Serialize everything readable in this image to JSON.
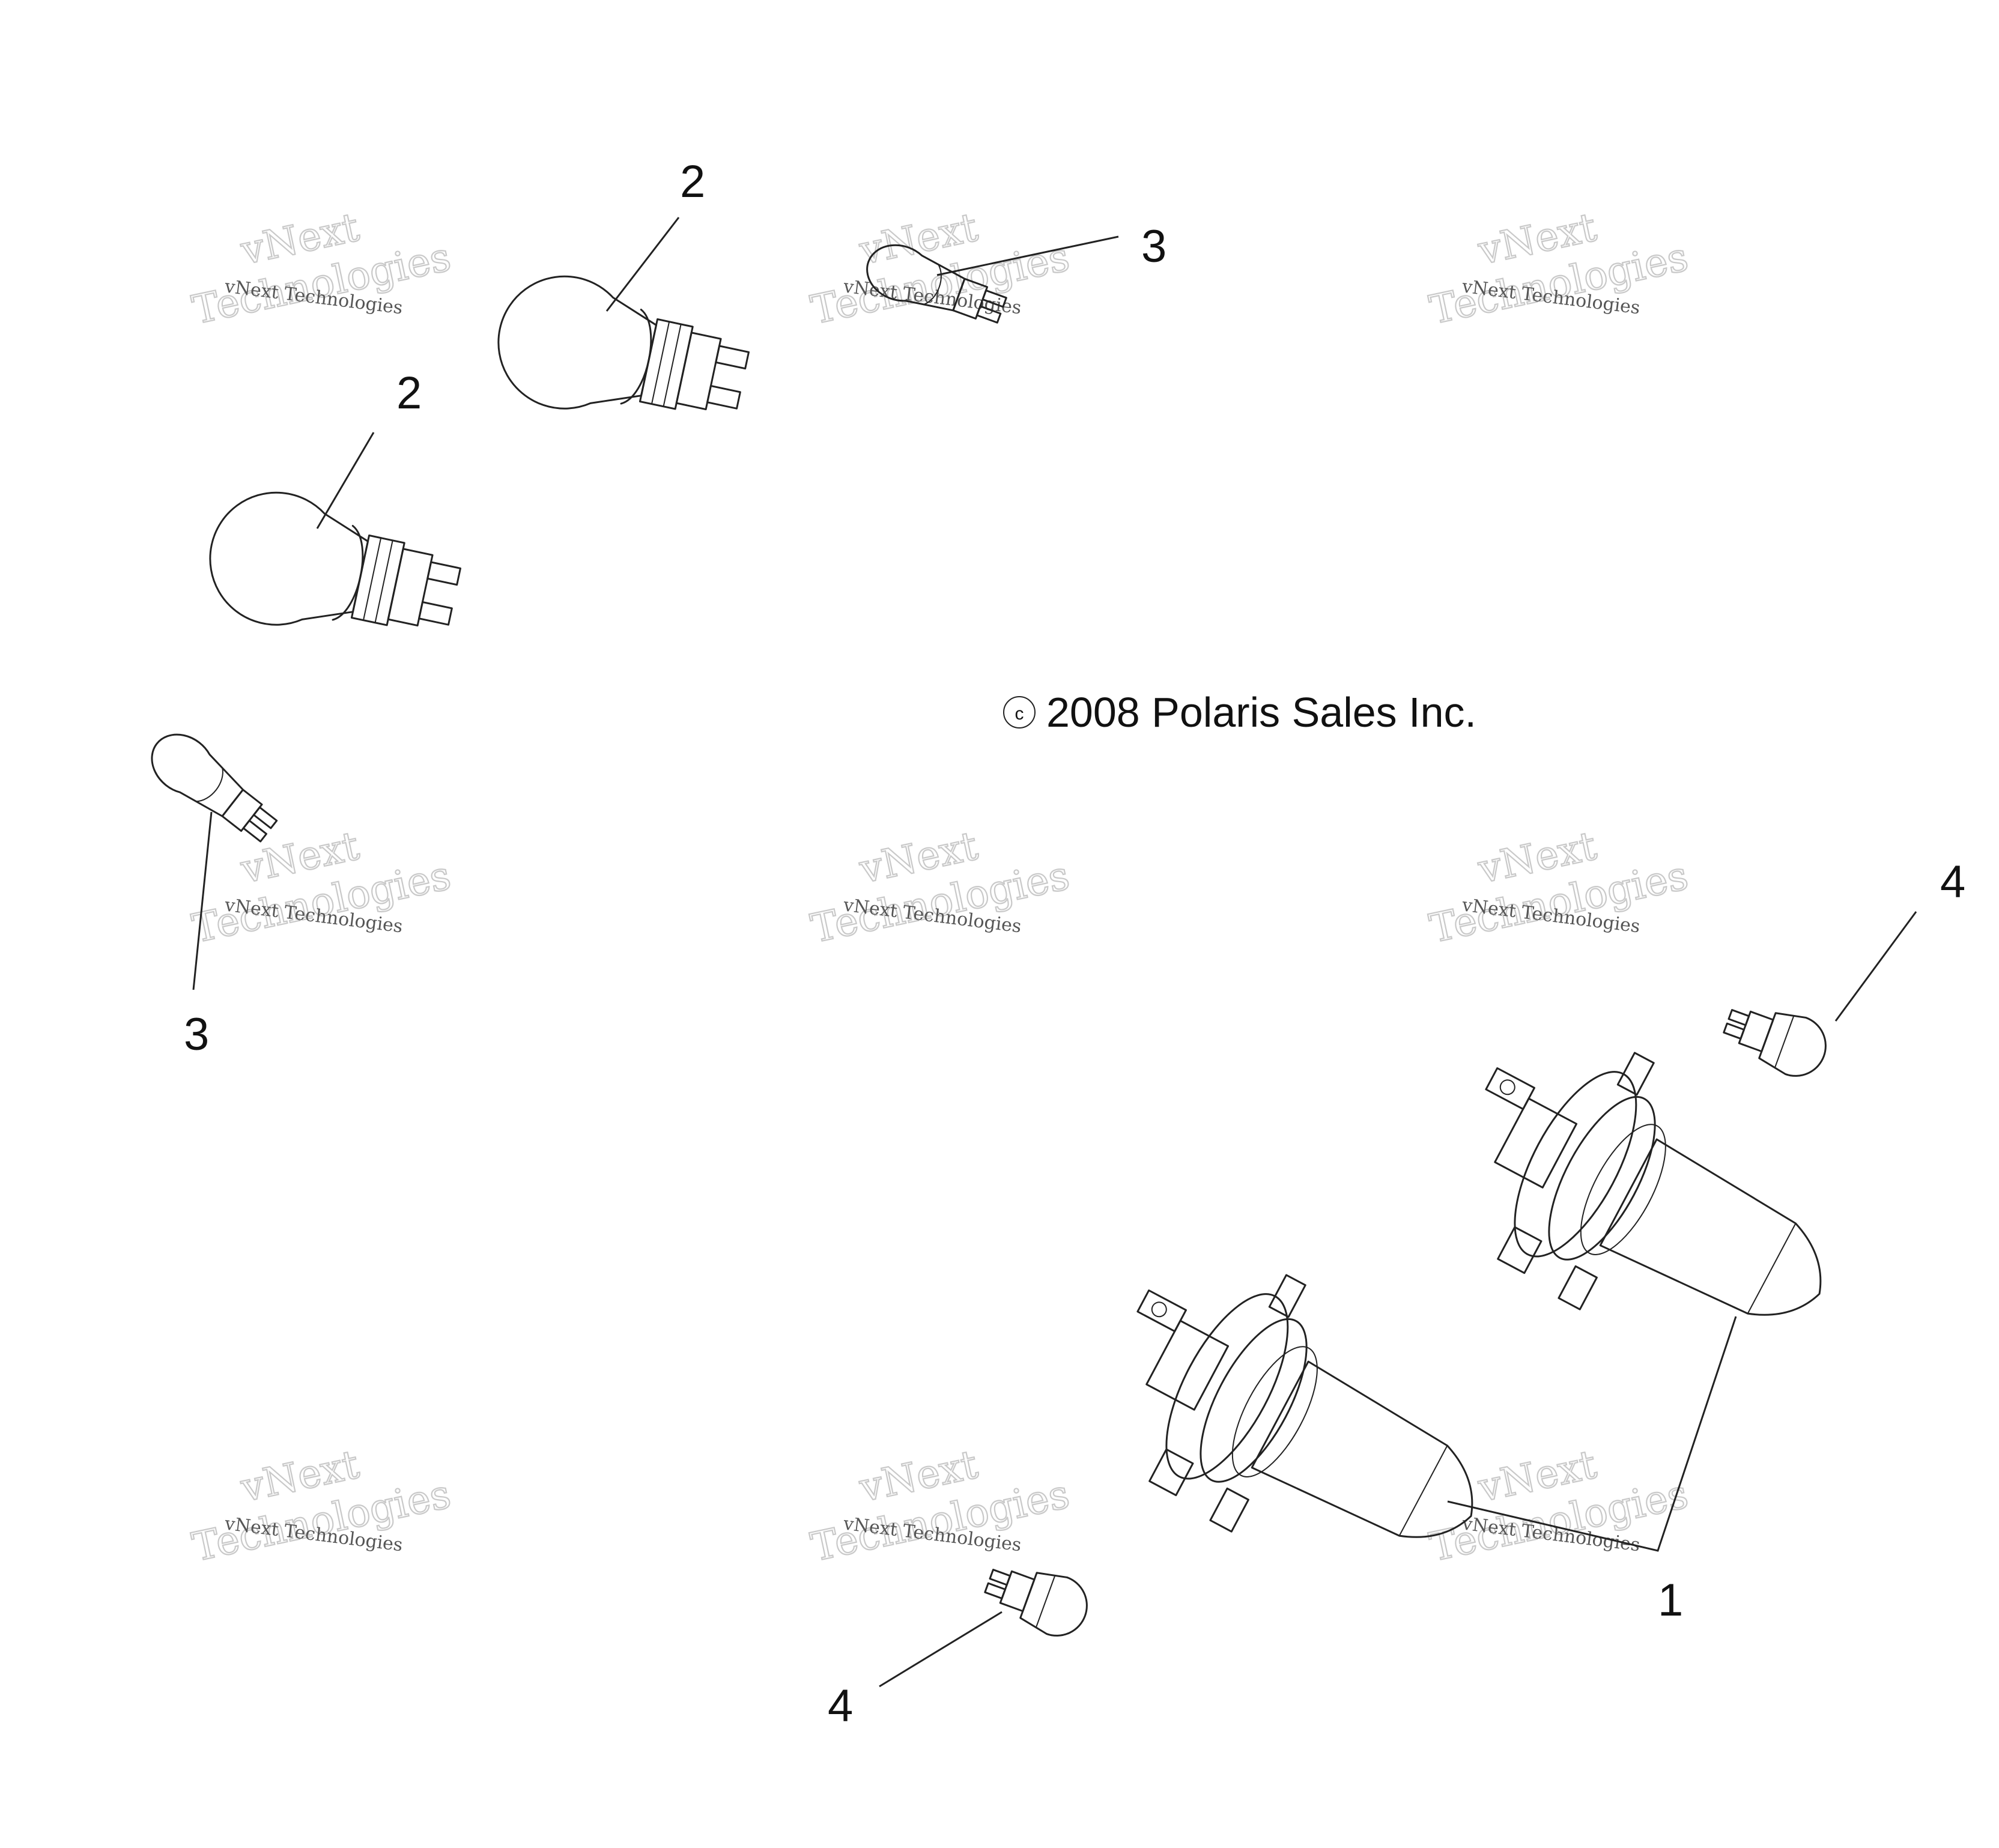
{
  "copyright": {
    "symbol": "©",
    "text": "2008 Polaris Sales Inc."
  },
  "watermark": {
    "line1": "vNext Technologies",
    "line2": "vNext",
    "line3": "Technologies"
  },
  "callouts": [
    {
      "id": "bulb-2-top",
      "label": "2"
    },
    {
      "id": "bulb-2-left",
      "label": "2"
    },
    {
      "id": "bulb-3-top",
      "label": "3"
    },
    {
      "id": "bulb-3-left",
      "label": "3"
    },
    {
      "id": "bulb-4-right",
      "label": "4"
    },
    {
      "id": "bulb-4-bottom",
      "label": "4"
    },
    {
      "id": "headlight-1",
      "label": "1"
    }
  ],
  "colors": {
    "line": "#222222",
    "watermark": "#c9c9c9",
    "background": "#ffffff"
  }
}
